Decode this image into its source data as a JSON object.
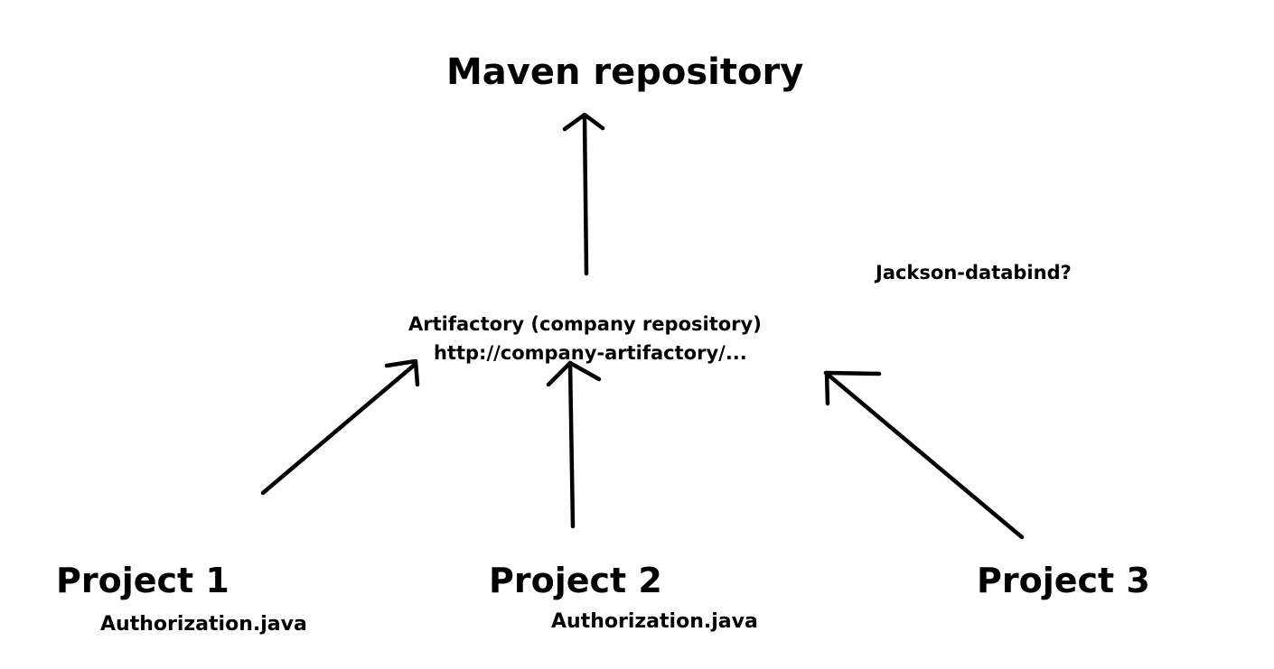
{
  "diagram": {
    "title": "Maven repository",
    "artifactory": {
      "name": "Artifactory (company repository)",
      "url": "http://company-artifactory/..."
    },
    "question": "Jackson-databind?",
    "projects": [
      {
        "name": "Project 1",
        "file": "Authorization.java"
      },
      {
        "name": "Project 2",
        "file": "Authorization.java"
      },
      {
        "name": "Project 3",
        "file": ""
      }
    ]
  }
}
